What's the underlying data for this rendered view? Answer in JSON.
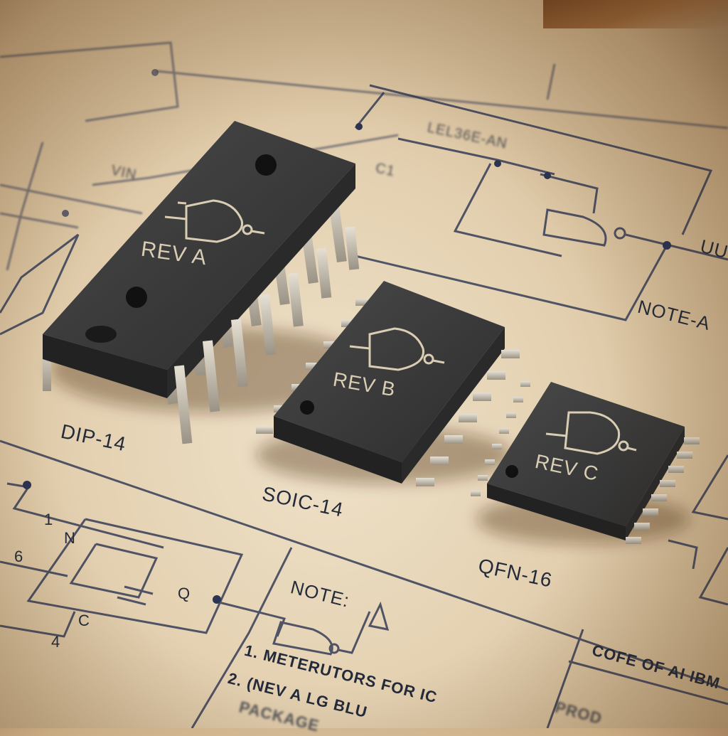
{
  "scene": {
    "description": "Three integrated circuit chips (DIP, SOIC, QFN packages) resting on a printed schematic sheet",
    "colors": {
      "paper": "#e8d7b9",
      "ink": "#2b3452",
      "chip_body": "#3a3a3a",
      "chip_marking": "#d9cdb4",
      "pins": "#c9c2b4"
    }
  },
  "chips": [
    {
      "package_label": "DIP-14",
      "marking": "REV A",
      "symbol": "nand-gate"
    },
    {
      "package_label": "SOIC-14",
      "marking": "REV B",
      "symbol": "nand-gate"
    },
    {
      "package_label": "QFN-16",
      "marking": "REV C",
      "symbol": "nand-gate"
    }
  ],
  "schematic_labels": {
    "top_diode": "LEL36E-AN",
    "cap": "C1",
    "vin": "VIN",
    "note_a": "NOTE-A",
    "uu": "UU",
    "pin1": "1",
    "pinN": "N",
    "pin6": "6",
    "pinC": "C",
    "pin4": "4",
    "pinQ": "Q",
    "note": "NOTE:",
    "note_line1": "1. METERUTORS FOR IC",
    "note_line2": "2. (NEV A LG  BLU",
    "note_line3": "PACKAGE",
    "title_block_1": "COFE OF AI IBM",
    "title_block_2": "PROD"
  }
}
